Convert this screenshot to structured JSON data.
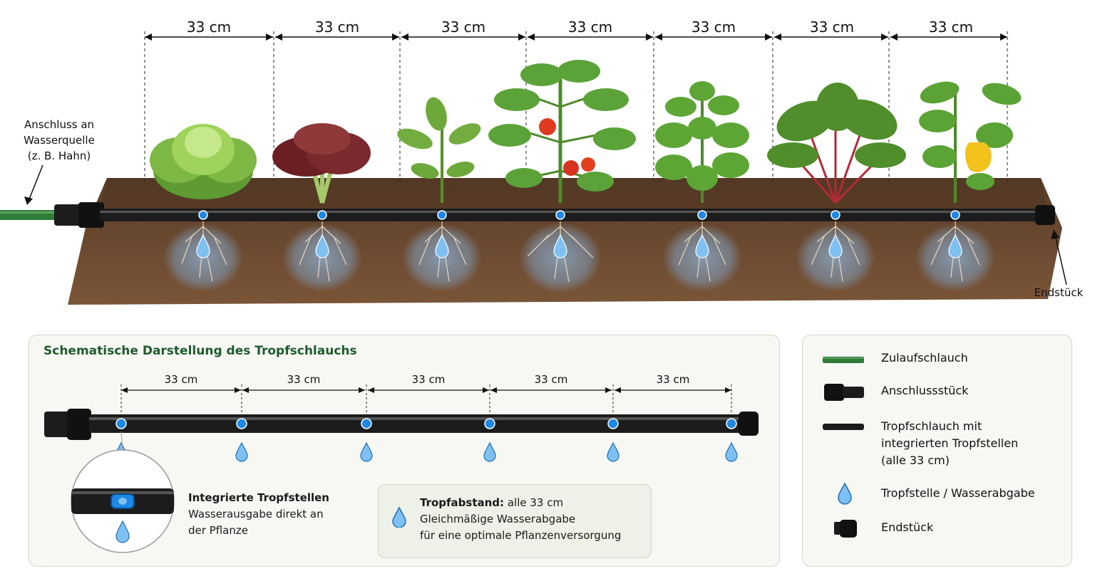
{
  "top": {
    "spacing_labels": [
      "33 cm",
      "33 cm",
      "33 cm",
      "33 cm",
      "33 cm",
      "33 cm",
      "33 cm"
    ],
    "source_callout": [
      "Anschluss an",
      "Wasserquelle",
      "(z. B. Hahn)"
    ],
    "end_callout": "Endstück",
    "plants": [
      "lettuce-green",
      "lettuce-red",
      "young-plant",
      "tomato-plant",
      "basil-plant",
      "chard-plant",
      "pepper-plant"
    ]
  },
  "schematic": {
    "title": "Schematische Darstellung des Tropfschlauchs",
    "spacing_labels": [
      "33 cm",
      "33 cm",
      "33 cm",
      "33 cm",
      "33 cm"
    ],
    "zoom_title": "Integrierte Tropfstellen",
    "zoom_desc": [
      "Wasserausgabe direkt an",
      "der Pflanze"
    ],
    "info_title": "Tropfabstand:",
    "info_value": "alle 33 cm",
    "info_desc": [
      "Gleichmäßige Wasserabgabe",
      "für eine optimale Pflanzenversorgung"
    ]
  },
  "legend": {
    "items": [
      {
        "icon": "green-hose-icon",
        "label": "Zulaufschlauch"
      },
      {
        "icon": "connector-icon",
        "label": "Anschlussstück"
      },
      {
        "icon": "drip-hose-icon",
        "label": "Tropfschlauch mit\nintegrierten Tropfstellen\n(alle 33 cm)"
      },
      {
        "icon": "water-drop-icon",
        "label": "Tropfstelle / Wasserabgabe"
      },
      {
        "icon": "end-cap-icon",
        "label": "Endstück"
      }
    ]
  },
  "colors": {
    "soil": "#6b4a33",
    "hose": "#1c1c1c",
    "feed_hose": "#2f7a37",
    "water": "#4a9fe0",
    "emitter": "#1e88e5",
    "title_green": "#1e5a2f",
    "panel_border": "#cfd8c4"
  }
}
